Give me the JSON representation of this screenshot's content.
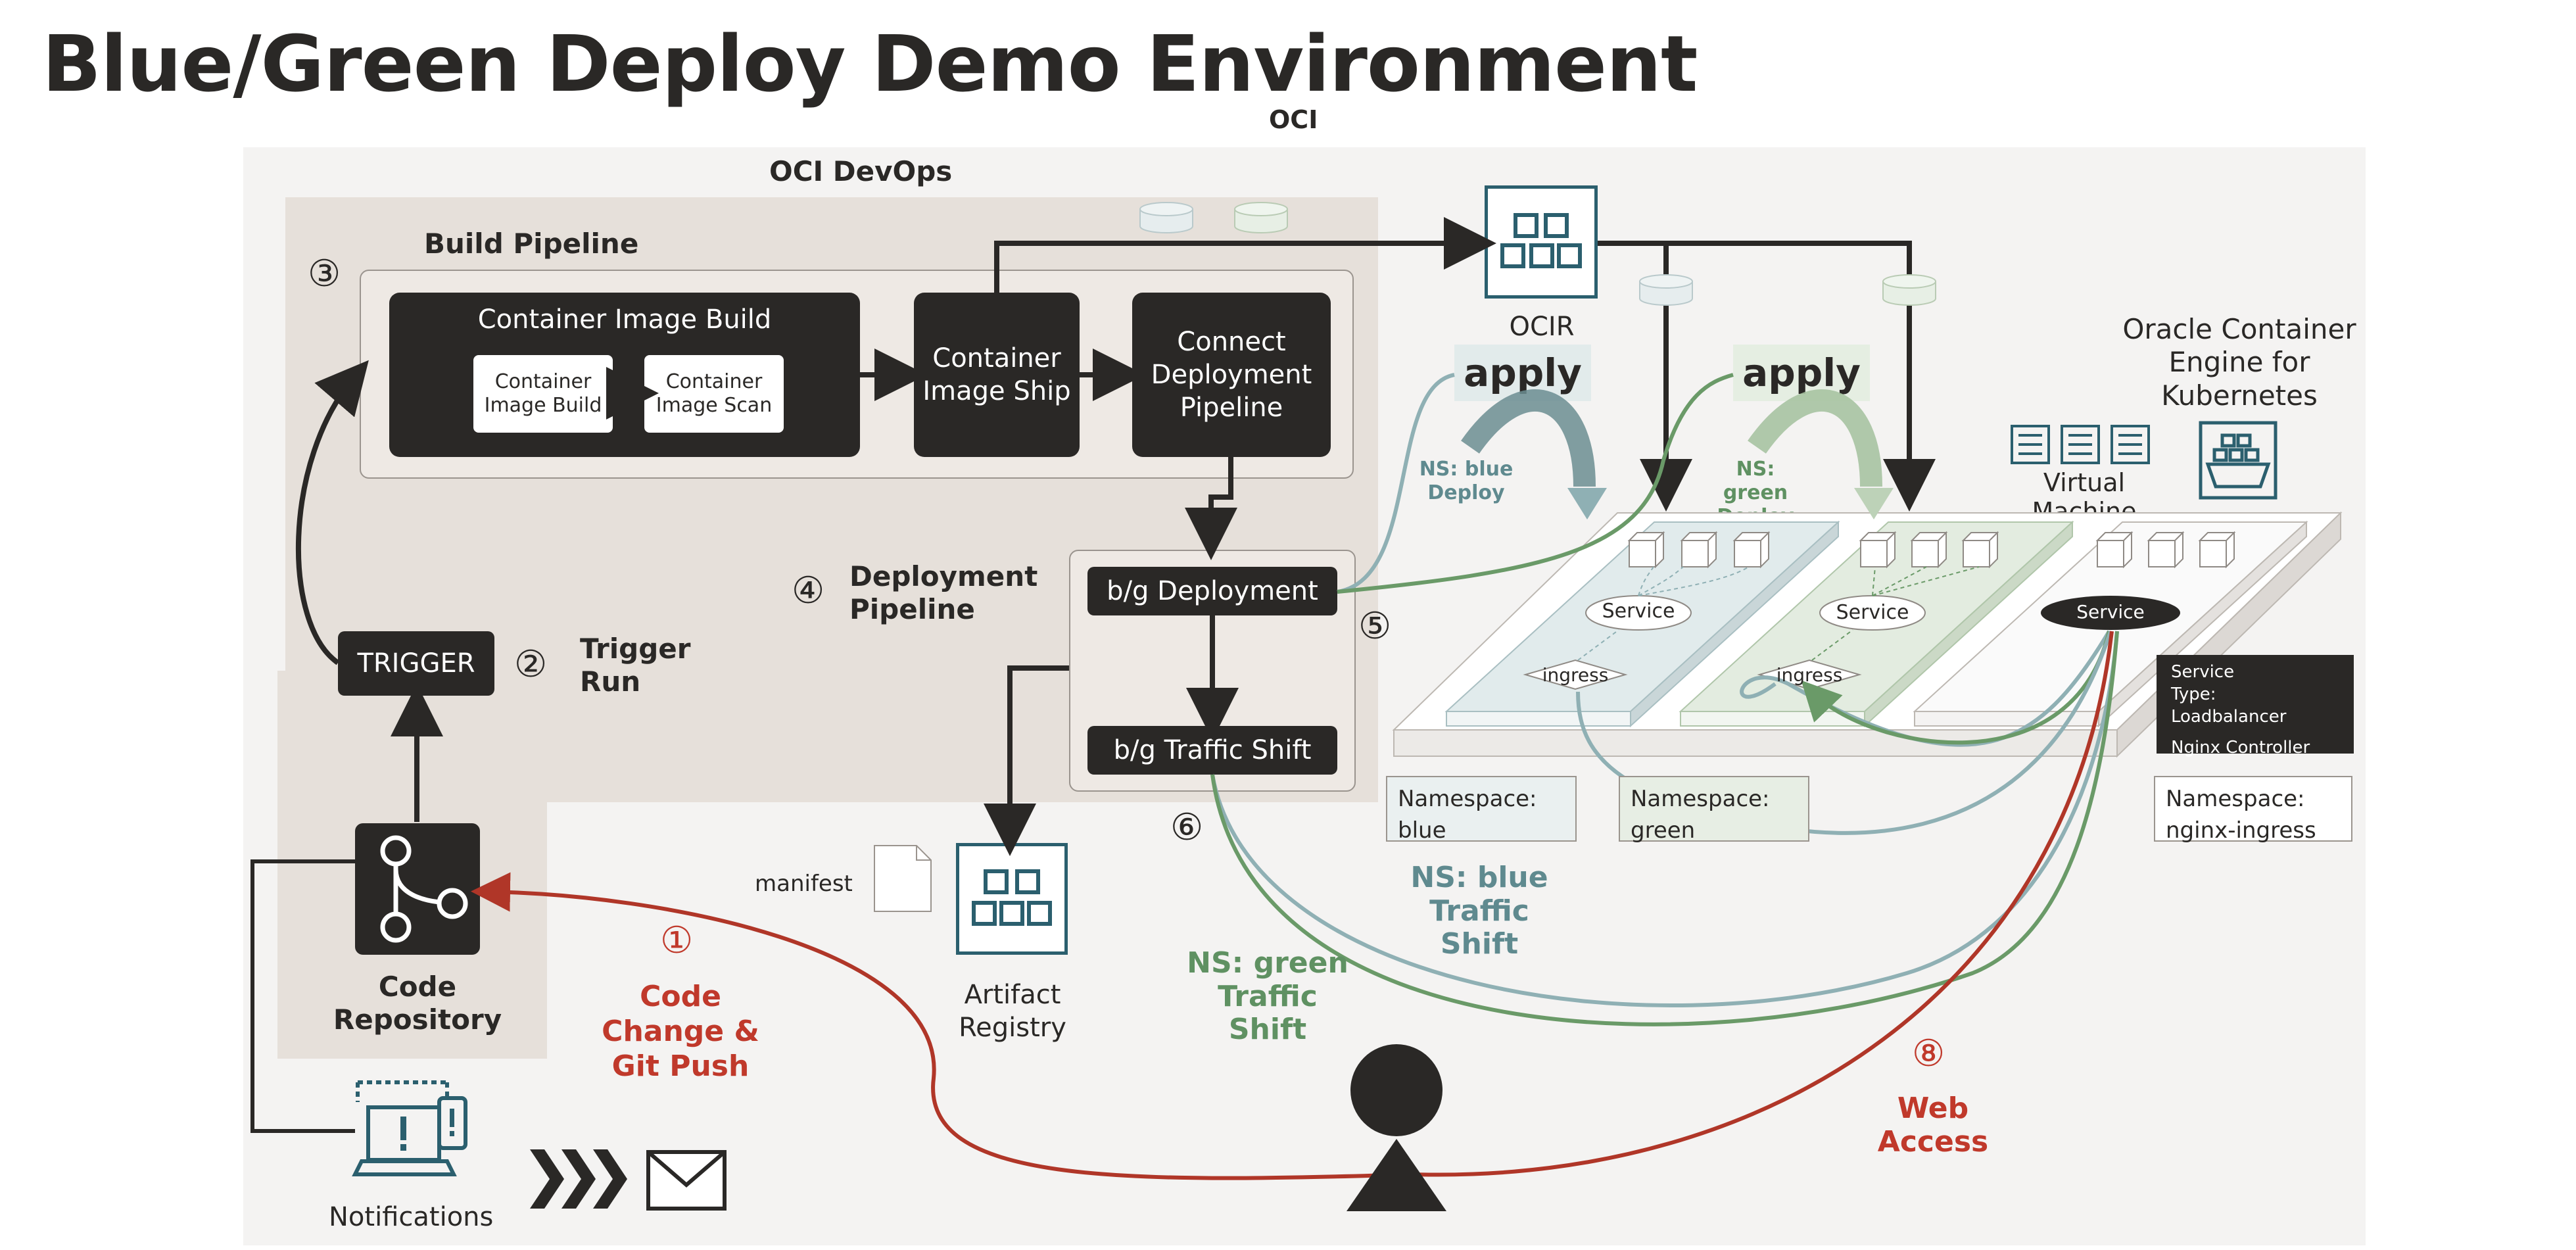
{
  "title": "Blue/Green Deploy Demo Environment",
  "oci_label": "OCI",
  "devops_label": "OCI DevOps",
  "build_pipeline": {
    "num": "③",
    "label": "Build Pipeline",
    "image_build_title": "Container Image Build",
    "sub_build": "Container Image Build",
    "sub_scan": "Container Image Scan",
    "ship": "Container Image Ship",
    "connect": "Connect Deployment Pipeline"
  },
  "deployment_pipeline": {
    "num": "④",
    "label": "Deployment Pipeline",
    "bg_deployment": "b/g Deployment",
    "bg_traffic_shift": "b/g Traffic Shift"
  },
  "trigger": {
    "button": "TRIGGER",
    "num": "②",
    "label": "Trigger Run"
  },
  "code_repository": "Code Repository",
  "code_change": {
    "num": "①",
    "label": "Code Change & Git Push"
  },
  "manifest_label": "manifest",
  "artifact_registry": "Artifact Registry",
  "notifications": "Notifications",
  "ocir": "OCIR",
  "apply_blue": "apply",
  "apply_green": "apply",
  "ns_blue_deploy": "NS: blue Deploy",
  "ns_green_deploy": "NS: green Deploy",
  "step5": "⑤",
  "step6": "⑥",
  "ns_blue_traffic": "NS: blue Traffic Shift",
  "ns_green_traffic": "NS: green Traffic Shift",
  "oke_label": "Oracle Container Engine for Kubernetes",
  "virtual_machine": "Virtual Machine",
  "service_blue": "Service",
  "service_green": "Service",
  "service_nginx": "Service",
  "ingress_blue": "ingress",
  "ingress_green": "ingress",
  "nginx_info_type": "Service Type: Loadbalancer",
  "nginx_info_controller": "Nginx Controller",
  "ns_label_blue": "Namespace: blue",
  "ns_label_green": "Namespace: green",
  "ns_label_nginx": "Namespace: nginx-ingress",
  "web_access": {
    "num": "⑧",
    "label": "Web Access"
  },
  "colors": {
    "dark": "#2a2826",
    "red": "#b03628",
    "green": "#6a9a68",
    "steel": "#8fb0b4",
    "teal_icon": "#2b5f6e"
  }
}
